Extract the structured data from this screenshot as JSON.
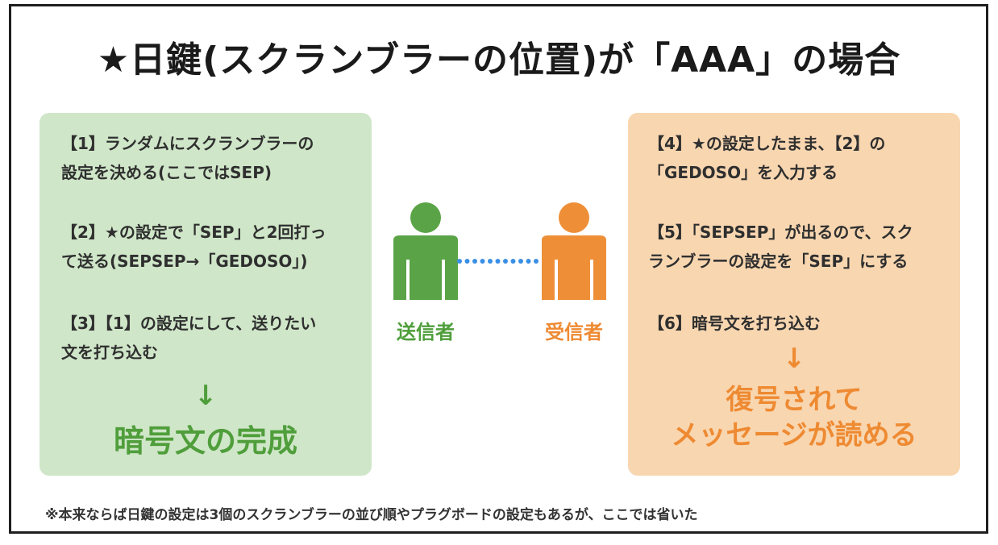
{
  "title": "★日鍵(スクランブラーの位置)が「AAA」の場合",
  "sender": {
    "label": "送信者",
    "color": "#5aa447",
    "steps": [
      [
        "【1】ランダムにスクランブラーの",
        "設定を決める(ここではSEP)"
      ],
      [
        "【2】★の設定で「SEP」と2回打っ",
        "て送る(SEPSEP→「GEDOSO」)"
      ],
      [
        "【3】【1】の設定にして、送りたい",
        "文を打ち込む"
      ]
    ],
    "arrow": "↓",
    "result": "暗号文の完成"
  },
  "receiver": {
    "label": "受信者",
    "color": "#ee8f38",
    "steps": [
      [
        "【4】★の設定したまま、【2】の",
        "「GEDOSO」を入力する"
      ],
      [
        "【5】「SEPSEP」が出るので、スク",
        "ランブラーの設定を「SEP」にする"
      ],
      [
        "【6】暗号文を打ち込む"
      ]
    ],
    "arrow": "↓",
    "result_lines": [
      "復号されて",
      "メッセージが読める"
    ]
  },
  "connector_color": "#3a8fe6",
  "footnote": "※本来ならば日鍵の設定は3個のスクランブラーの並び順やプラグボードの設定もあるが、ここでは省いた"
}
